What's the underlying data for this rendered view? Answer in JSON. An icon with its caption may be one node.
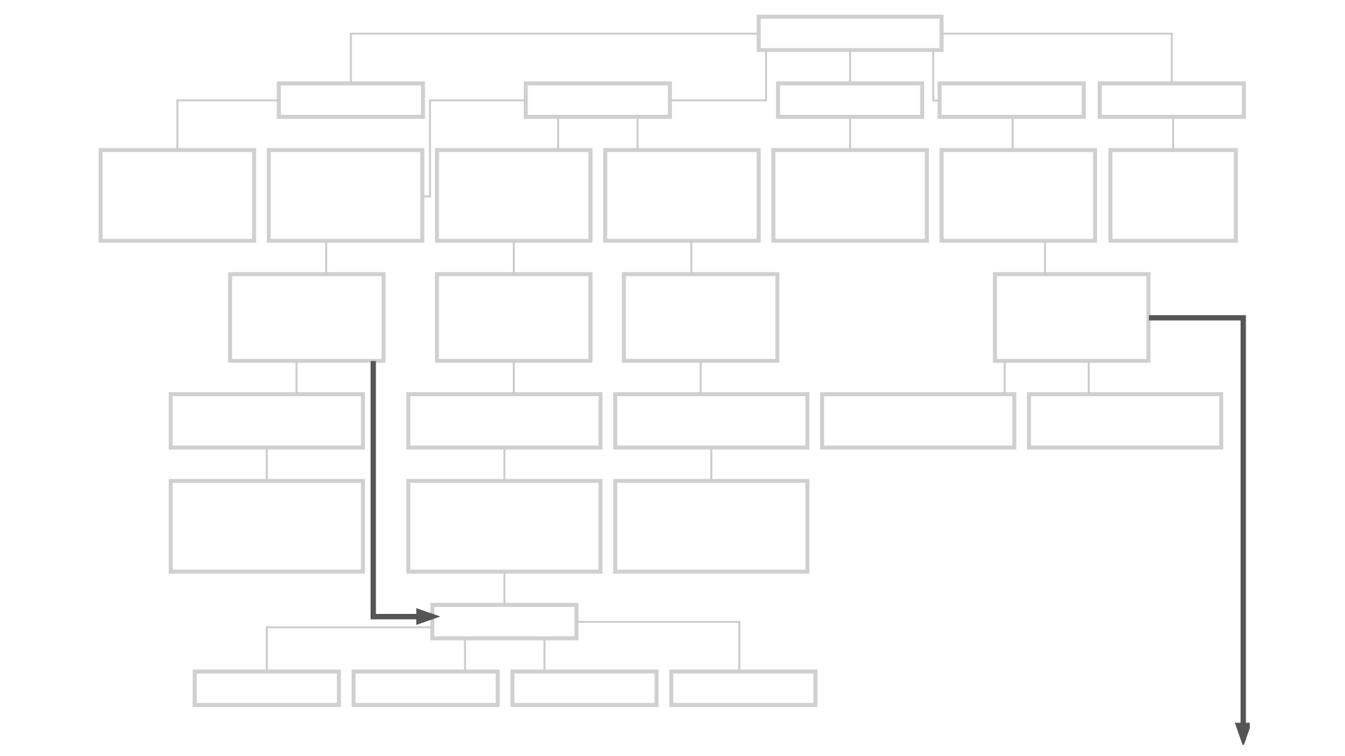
{
  "diagram": {
    "nodes": [
      {
        "text": [],
        "shape": "box"
      },
      {
        "text": [],
        "shape": "box"
      },
      {
        "text": [],
        "shape": "box"
      },
      {
        "text": [],
        "shape": "box"
      },
      {
        "text": [],
        "shape": "box"
      },
      {
        "text": [],
        "shape": "box"
      },
      {
        "text": [],
        "shape": "box"
      },
      {
        "text": [],
        "shape": "box"
      },
      {
        "text": [],
        "shape": "box"
      },
      {
        "text": [],
        "shape": "box"
      },
      {
        "text": [],
        "shape": "box"
      },
      {
        "text": [],
        "shape": "box"
      },
      {
        "text": [],
        "shape": "box"
      },
      {
        "text": [],
        "shape": "box"
      },
      {
        "text": [],
        "shape": "box"
      },
      {
        "text": [],
        "shape": "box"
      },
      {
        "text": [],
        "shape": "box"
      },
      {
        "text": [],
        "shape": "box"
      },
      {
        "text": [],
        "shape": "box"
      },
      {
        "text": [],
        "shape": "box"
      },
      {
        "text": [],
        "shape": "box"
      },
      {
        "text": [],
        "shape": "box"
      },
      {
        "text": [],
        "shape": "box"
      },
      {
        "text": [],
        "shape": "box"
      },
      {
        "text": [],
        "shape": "box"
      },
      {
        "text": [],
        "shape": "box"
      },
      {
        "text": [],
        "shape": "box"
      },
      {
        "text": [],
        "shape": "box"
      },
      {
        "text": [],
        "shape": "box"
      },
      {
        "text": [],
        "shape": "box"
      }
    ],
    "edges": [
      {
        "from": 0,
        "to": 1,
        "arrow": "none"
      },
      {
        "from": 0,
        "to": 2,
        "arrow": "none"
      },
      {
        "from": 0,
        "to": 3,
        "arrow": "none"
      },
      {
        "from": 0,
        "to": 4,
        "arrow": "none"
      },
      {
        "from": 0,
        "to": 5,
        "arrow": "none"
      },
      {
        "from": 1,
        "to": 6,
        "arrow": "none"
      },
      {
        "from": 2,
        "to": 7,
        "arrow": "none"
      },
      {
        "from": 2,
        "to": 8,
        "arrow": "none"
      },
      {
        "from": 2,
        "to": 9,
        "arrow": "none"
      },
      {
        "from": 3,
        "to": 10,
        "arrow": "none"
      },
      {
        "from": 4,
        "to": 11,
        "arrow": "none"
      },
      {
        "from": 5,
        "to": 12,
        "arrow": "none"
      },
      {
        "from": 7,
        "to": 13,
        "arrow": "none"
      },
      {
        "from": 8,
        "to": 14,
        "arrow": "none"
      },
      {
        "from": 9,
        "to": 15,
        "arrow": "none"
      },
      {
        "from": 11,
        "to": 16,
        "arrow": "none"
      },
      {
        "from": 13,
        "to": 17,
        "arrow": "none"
      },
      {
        "from": 14,
        "to": 18,
        "arrow": "none"
      },
      {
        "from": 15,
        "to": 19,
        "arrow": "none"
      },
      {
        "from": 16,
        "to": 20,
        "arrow": "none"
      },
      {
        "from": 16,
        "to": 21,
        "arrow": "none"
      },
      {
        "from": 17,
        "to": 22,
        "arrow": "none"
      },
      {
        "from": 18,
        "to": 23,
        "arrow": "none"
      },
      {
        "from": 19,
        "to": 24,
        "arrow": "none"
      },
      {
        "from": 23,
        "to": 25,
        "arrow": "none"
      },
      {
        "from": 25,
        "to": 26,
        "arrow": "none"
      },
      {
        "from": 25,
        "to": 27,
        "arrow": "none"
      },
      {
        "from": 25,
        "to": 28,
        "arrow": "none"
      },
      {
        "from": 25,
        "to": 29,
        "arrow": "none"
      },
      {
        "from": 13,
        "to": 25,
        "arrow": "to",
        "style": "thick",
        "color": "#555555"
      },
      {
        "from": 16,
        "to": null,
        "arrow": "to",
        "style": "thick",
        "color": "#555555"
      }
    ]
  }
}
